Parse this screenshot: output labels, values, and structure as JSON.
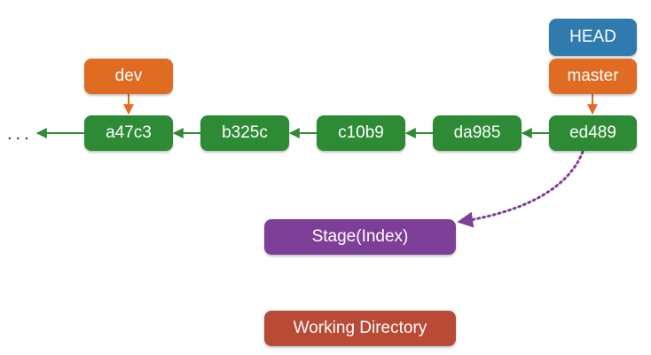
{
  "colors": {
    "commit": "#2E8B35",
    "branch": "#E06B22",
    "head": "#2F7BB0",
    "stage": "#7E3F98",
    "working": "#B84A36",
    "commit_arrow": "#2E8B35",
    "branch_arrow": "#E06B22",
    "dotted_arrow": "#7E3F98"
  },
  "ellipsis": "...",
  "head": {
    "label": "HEAD"
  },
  "branches": {
    "dev": "dev",
    "master": "master"
  },
  "commits": [
    "a47c3",
    "b325c",
    "c10b9",
    "da985",
    "ed489"
  ],
  "stage": {
    "label": "Stage(Index)"
  },
  "working_directory": {
    "label": "Working Directory"
  }
}
